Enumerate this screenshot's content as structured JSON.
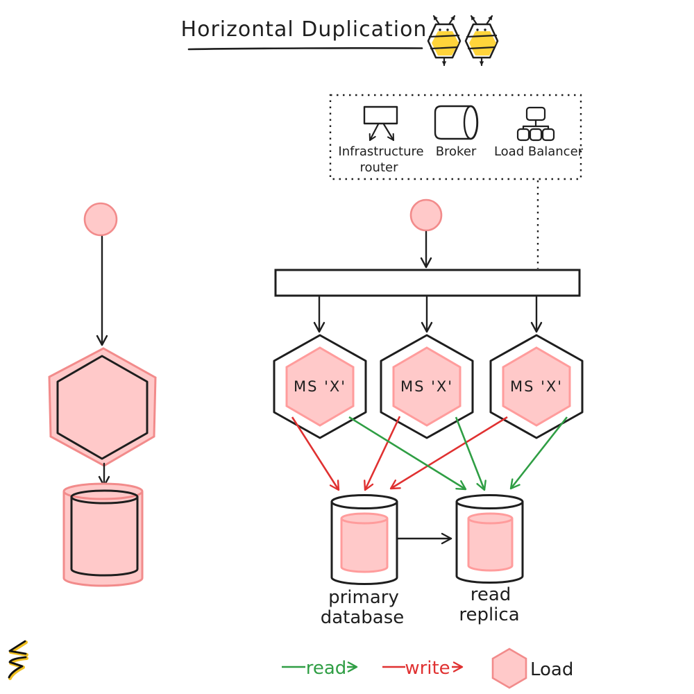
{
  "title": "Horizontal Duplication",
  "logo": {
    "description": "two bee mascots built from yellow hexagons",
    "bee_count": 2
  },
  "palette": {
    "ink": "#1e1e1e",
    "load_fill": "#ffc9c9",
    "load_stroke": "#f28b8b",
    "load_stroke_light": "#ff9c9c",
    "read_green": "#2f9e44",
    "write_red": "#e03131",
    "bee_yellow": "#ffd43b",
    "canvas": "#ffffff"
  },
  "legend_box": {
    "items": [
      {
        "icon": "infrastructure-router-icon",
        "label_line1": "Infrastructure",
        "label_line2": "router"
      },
      {
        "icon": "broker-icon",
        "label": "Broker"
      },
      {
        "icon": "load-balancer-icon",
        "label": "Load Balancer"
      }
    ]
  },
  "microservices": [
    {
      "label": "MS 'X'"
    },
    {
      "label": "MS 'X'"
    },
    {
      "label": "MS 'X'"
    }
  ],
  "databases": {
    "primary": {
      "label_line1": "primary",
      "label_line2": "database"
    },
    "replica": {
      "label_line1": "read",
      "label_line2": "replica"
    }
  },
  "bottom_legend": {
    "read_label": "read",
    "write_label": "write",
    "load_label": "Load"
  }
}
